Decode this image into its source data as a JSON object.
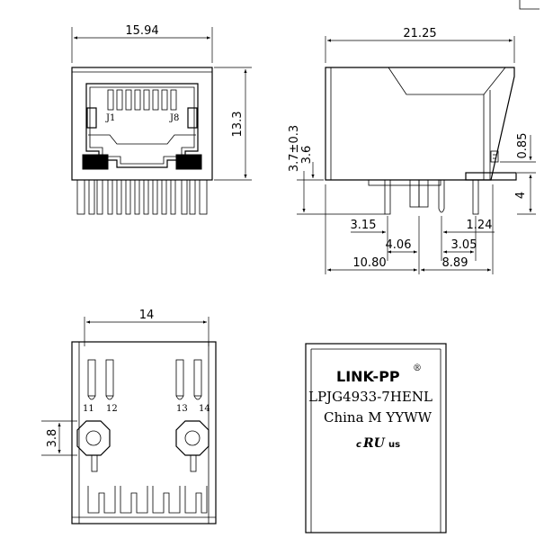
{
  "dimensions": {
    "front_width": "15.94",
    "front_height": "13.3",
    "side_length": "21.25",
    "side_total_height": "3.7±0.3",
    "side_body_offset": "3.6",
    "side_tab": "0.85",
    "pin_length": "4",
    "d_3_15": "3.15",
    "d_4_06": "4.06",
    "d_1_24": "1.24",
    "d_3_05": "3.05",
    "d_10_80": "10.80",
    "d_8_89": "8.89",
    "bottom_width": "14",
    "bottom_post": "3.8"
  },
  "pins": {
    "j1": "J1",
    "j8": "J8",
    "p11": "11",
    "p12": "12",
    "p13": "13",
    "p14": "14"
  },
  "marking": {
    "brand": "LINK-PP",
    "registered": "®",
    "part_number": "LPJG4933-7HENL",
    "origin_line": "China M YYWW",
    "cert_mark_left": "c",
    "cert_mark_center": "RU",
    "cert_mark_right": "us"
  }
}
